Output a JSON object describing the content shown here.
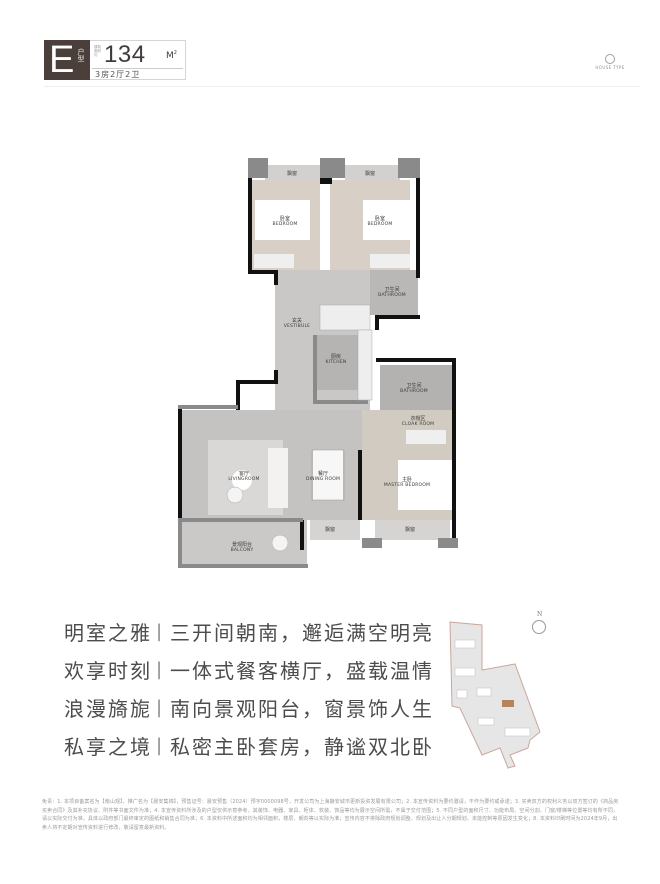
{
  "header": {
    "unit_letter": "E",
    "unit_type_label": "户型",
    "area_note": "建筑面积约",
    "area": "134",
    "area_unit": "M",
    "area_unit_sup": "2",
    "layout": "3房2厅2卫",
    "brand_text": "HOUSE TYPE"
  },
  "floor_plan": {
    "rooms": [
      {
        "cn": "卧室",
        "en": "BEDROOM"
      },
      {
        "cn": "卧室",
        "en": "BEDROOM"
      },
      {
        "cn": "卫生间",
        "en": "BATHROOM"
      },
      {
        "cn": "玄关",
        "en": "VESTIBULE"
      },
      {
        "cn": "厨房",
        "en": "KITCHEN"
      },
      {
        "cn": "卫生间",
        "en": "BATHROOM"
      },
      {
        "cn": "衣帽区",
        "en": "CLOAK ROOM"
      },
      {
        "cn": "客厅",
        "en": "LIVINGROOM"
      },
      {
        "cn": "餐厅",
        "en": "DINING ROOM"
      },
      {
        "cn": "主卧",
        "en": "MASTER BEDROOM"
      },
      {
        "cn": "景观阳台",
        "en": "BALCONY"
      }
    ],
    "windows": [
      "飘窗",
      "飘窗",
      "飘窗",
      "飘窗"
    ]
  },
  "features": [
    {
      "title": "明室之雅",
      "sep": "|",
      "desc": "三开间朝南，邂逅满空明亮"
    },
    {
      "title": "欢享时刻",
      "sep": "|",
      "desc": "一体式餐客横厅，盛载温情"
    },
    {
      "title": "浪漫旖旎",
      "sep": "|",
      "desc": "南向景观阳台，窗景饰人生"
    },
    {
      "title": "私享之境",
      "sep": "|",
      "desc": "私密主卧套房，静谧双北卧"
    }
  ],
  "site_map": {
    "compass_label": "N"
  },
  "disclaimer": "免责：1. 本项目备案名为【南山观】，推广名为【晨安集锦】，预售证号：晨安预售（2024）预字0000098号，开发公司为上海静安城市更新投资发展有限公司；2. 本宣传资料为要约邀请，不作为要约或承诺；3. 买卖双方的权利义务以双方签订的《商品房买卖合同》及其补充协议、附件等书面文件为准；4. 本宣传资料所涉及的户型仅供示意参考，其装饰、电器、家具、柜体、软装、饰品等均为展示空间所需，不属于交付范围；5. 不同户型的面积尺寸、功能布局、空间分割、门窗/楼梯等位置等均有所不同，请以实际交付为准，具体以政府部门最终审定的图纸和销售合同为准；6. 本资料中所述面积均为相邻面积，楼层、朝向等以实际为准；宣传内容不排除政府规划调整、规划及出让人分期规划、未能控制等原因发生变化；8. 本资料印刷时间为2024年9月，出卖人将不定期对宣传资料进行修改，敬请留意最新资料。"
}
